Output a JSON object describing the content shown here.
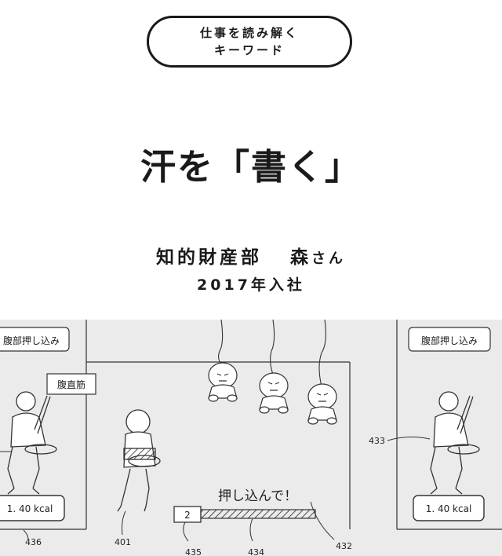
{
  "badge": {
    "line1": "仕事を読み解く",
    "line2": "キーワード"
  },
  "title": "汗を「書く」",
  "person": {
    "department": "知的財産部",
    "name": "森",
    "honorific": "さん",
    "joined": "2017年入社"
  },
  "illustration": {
    "left_label": "腹部押し込み",
    "right_label": "腹部押し込み",
    "muscle_label": "腹直筋",
    "kcal_left": "1. 40 kcal",
    "kcal_right": "1. 40 kcal",
    "push_text": "押し込んで！",
    "counter": "2",
    "refs": {
      "r401": "401",
      "r432": "432",
      "r433": "433",
      "r434": "434",
      "r435": "435",
      "r436": "436"
    }
  }
}
